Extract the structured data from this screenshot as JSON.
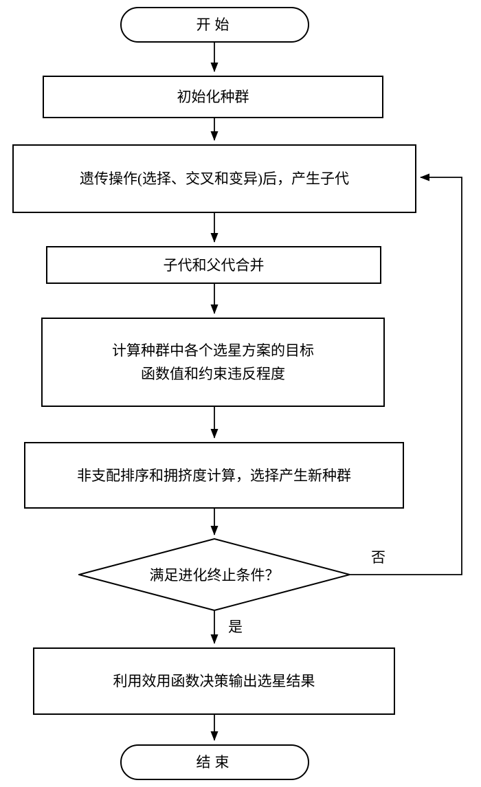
{
  "flowchart": {
    "title": "NSGA-II satellite-selection flowchart",
    "colors": {
      "stroke": "#000000",
      "fill": "#ffffff",
      "text": "#000000"
    },
    "nodes": {
      "start": {
        "label": "开始"
      },
      "init": {
        "label": "初始化种群"
      },
      "genetic": {
        "label": "遗传操作(选择、交叉和变异)后，产生子代"
      },
      "merge": {
        "label": "子代和父代合并"
      },
      "evaluate": {
        "line1": "计算种群中各个选星方案的目标",
        "line2": "函数值和约束违反程度"
      },
      "sort": {
        "label": "非支配排序和拥挤度计算，选择产生新种群"
      },
      "decision": {
        "label": "满足进化终止条件？"
      },
      "output": {
        "label": "利用效用函数决策输出选星结果"
      },
      "end": {
        "label": "结束"
      }
    },
    "edge_labels": {
      "no": "否",
      "yes": "是"
    }
  }
}
